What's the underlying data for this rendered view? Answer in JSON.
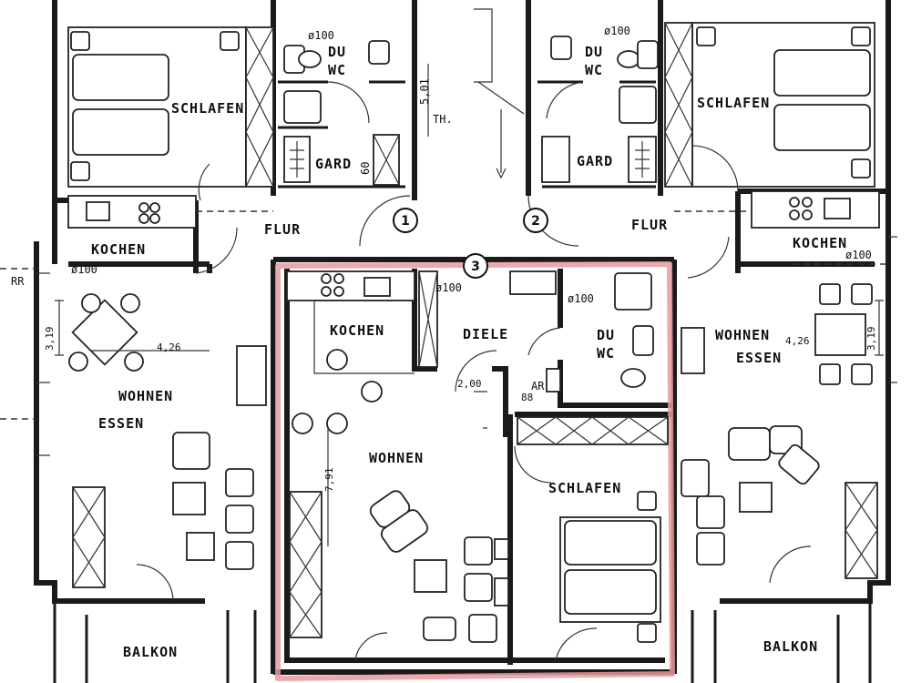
{
  "colors": {
    "line": "#1a1a1a",
    "highlight": "#e89a9e",
    "background": "#ffffff"
  },
  "labels": {
    "tl_schlafen": "SCHLAFEN",
    "tl_du": "DU",
    "tl_wc": "WC",
    "tl_d100": "ø100",
    "tl_gard": "GARD",
    "tl_60": "60",
    "tl_flur": "FLUR",
    "th": "TH.",
    "dim_501": "5,01",
    "tr_du": "DU",
    "tr_wc": "WC",
    "tr_d100": "ø100",
    "tr_schlafen": "SCHLAFEN",
    "tr_gard": "GARD",
    "tr_flur": "FLUR",
    "marker_1": "1",
    "marker_2": "2",
    "marker_3": "3",
    "l_kochen": "KOCHEN",
    "l_d100": "ø100",
    "rr": "RR",
    "l_dim_319": "3,19",
    "l_dim_426": "4,26",
    "l_wohnen": "WOHNEN",
    "l_essen": "ESSEN",
    "l_balkon": "BALKON",
    "c_kochen": "KOCHEN",
    "c_d100a": "ø100",
    "c_diele": "DIELE",
    "c_d100b": "ø100",
    "c_du": "DU",
    "c_wc": "WC",
    "c_ar": "AR",
    "c_88": "88",
    "c_200": "2,00",
    "c_wohnen": "WOHNEN",
    "c_dim_791": "7,91",
    "c_schlafen": "SCHLAFEN",
    "r_kochen": "KOCHEN",
    "r_d100": "ø100",
    "r_wohnen": "WOHNEN",
    "r_essen": "ESSEN",
    "r_dim_426": "4,26",
    "r_dim_319": "3,19",
    "r_balkon": "BALKON"
  }
}
